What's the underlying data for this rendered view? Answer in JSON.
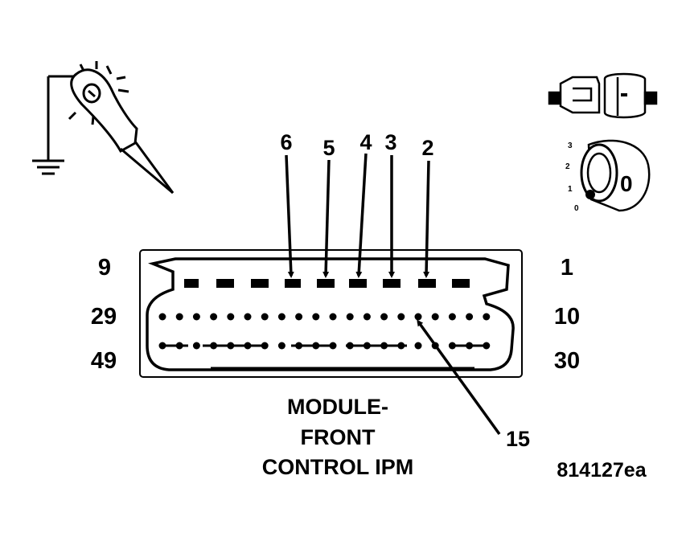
{
  "connector": {
    "row_labels": {
      "top_left": "9",
      "top_right": "1",
      "mid_left": "29",
      "mid_right": "10",
      "bottom_left": "49",
      "bottom_right": "30"
    },
    "callout_pins": [
      "6",
      "5",
      "4",
      "3",
      "2"
    ],
    "pin_15": "15",
    "caption_lines": [
      "MODULE-",
      "FRONT",
      "CONTROL IPM"
    ]
  },
  "reference_code": "814127ea",
  "ignition_key": {
    "positions": [
      "3",
      "2",
      "1",
      "0"
    ],
    "key_letter": "0"
  },
  "icons": [
    "test-light-ground-icon",
    "disconnected-connector-icon",
    "ignition-key-icon"
  ]
}
